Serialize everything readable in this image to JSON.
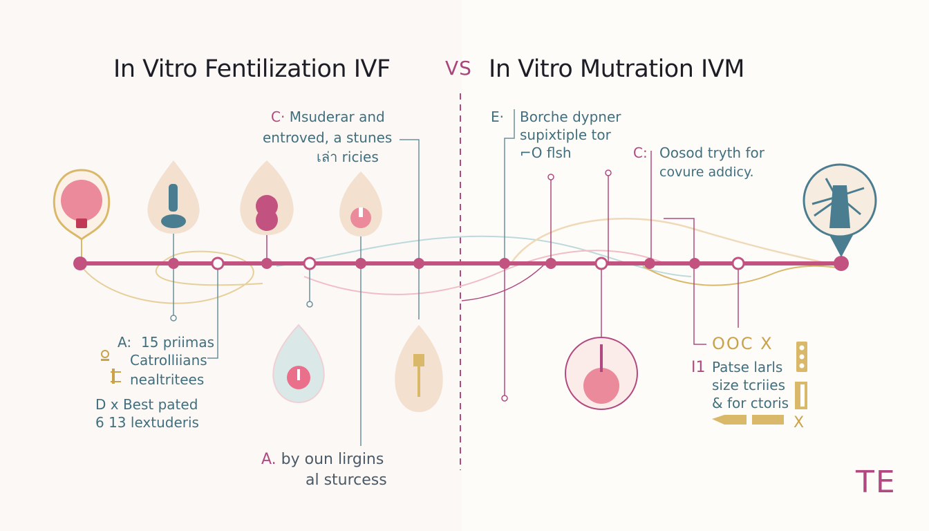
{
  "title_left": "In Vitro Fentilization IVF",
  "title_vs": "VS",
  "title_right": "In Vitro Mutration IVM",
  "labels": {
    "top_left_marker": "C·",
    "top_left_line1": "Msuderar and",
    "top_left_line2": "entroved, a stunes",
    "top_left_line3": "เล่า ricies",
    "top_right_a_marker": "E·",
    "top_right_a_line1": "Borche dypner",
    "top_right_a_line2": "supixtiple tor",
    "top_right_a_line3": "⌐O flsh",
    "top_right_b_marker": "C:",
    "top_right_b_line1": "Oosod tryth for",
    "top_right_b_line2": "covure addicy.",
    "bottom_left_a_marker": "A:",
    "bottom_left_a_line1": "15 priimas",
    "bottom_left_a_line2": "Catrolliians",
    "bottom_left_a_line3": "nealtritees",
    "bottom_left_b_line1": "D x Best pated",
    "bottom_left_b_line2": "6 13 lextuderis",
    "bottom_center_marker": "A.",
    "bottom_center_line1": "by oun lirgins",
    "bottom_center_line2": "al sturcess",
    "bottom_right_icons": "OOC X",
    "bottom_right_marker": "I1",
    "bottom_right_line1": "Patse larls",
    "bottom_right_line2": "size tcriies",
    "bottom_right_line3": "& for ctoris",
    "bottom_right_end": "X"
  },
  "logo_text": "TE",
  "colors": {
    "magenta": "#b0497f",
    "pink": "#e8869a",
    "teal": "#3f6f7f",
    "gold": "#d9b86a",
    "peach": "#f3e0cf",
    "aqua": "#dbe8e8"
  }
}
